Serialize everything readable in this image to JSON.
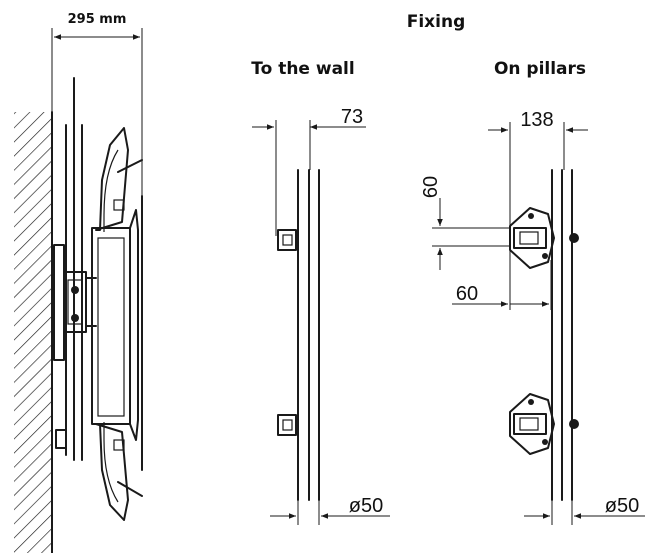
{
  "title": "Fixing",
  "views": {
    "wall": {
      "label": "To the wall"
    },
    "pillars": {
      "label": "On pillars"
    }
  },
  "dimensions": {
    "overall_depth": "295 mm",
    "wall_offset": "73",
    "pillar_offset": "138",
    "bracket_vertical": "60",
    "bracket_horizontal": "60",
    "pipe_wall": "ø50",
    "pipe_pillar": "ø50"
  }
}
